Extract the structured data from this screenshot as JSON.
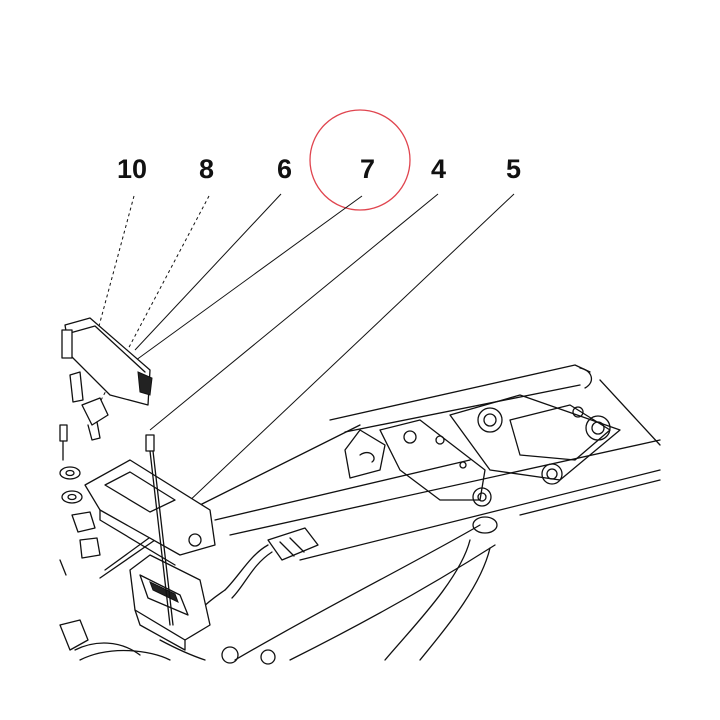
{
  "diagram": {
    "callouts": [
      "10",
      "8",
      "6",
      "7",
      "4",
      "5"
    ],
    "highlight_color": "#e0454f",
    "line_color": "#111111",
    "background": "#ffffff"
  }
}
